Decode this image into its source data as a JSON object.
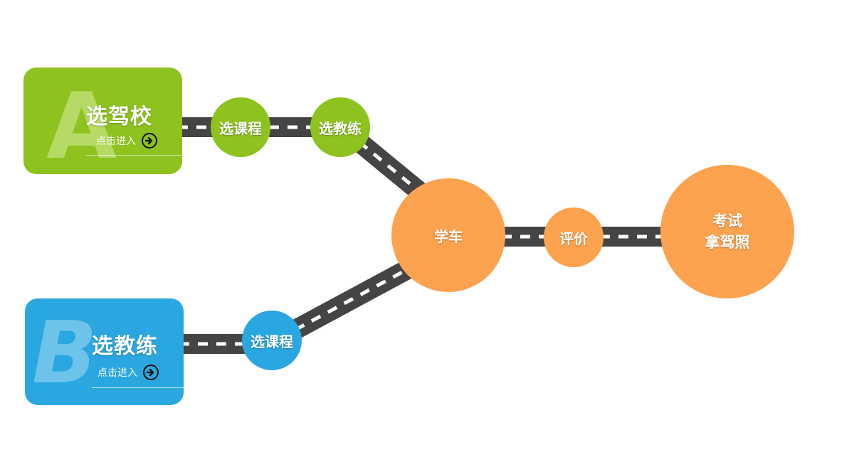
{
  "colors": {
    "green": "#8dc21f",
    "blue": "#2aa7e0",
    "orange": "#fda24f",
    "road": "#444444",
    "dash": "#ffffff"
  },
  "card_a": {
    "letter": "A",
    "title": "选驾校",
    "enter_label": "点击进入",
    "arrow_icon": "arrow-right-circle"
  },
  "card_b": {
    "letter": "B",
    "title": "选教练",
    "enter_label": "点击进入",
    "arrow_icon": "arrow-right-circle"
  },
  "nodes": {
    "a_course": "选课程",
    "a_coach": "选教练",
    "b_course": "选课程",
    "learn": "学车",
    "review": "评价",
    "license_line1": "考试",
    "license_line2": "拿驾照"
  }
}
